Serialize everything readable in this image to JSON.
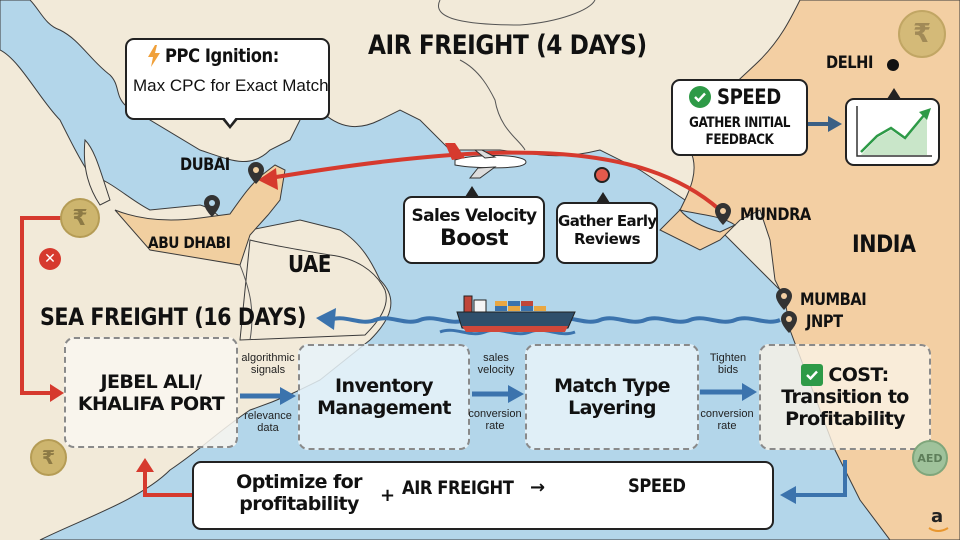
{
  "titles": {
    "air_freight": "AIR FREIGHT (4 DAYS)",
    "sea_freight": "SEA FREIGHT (16 DAYS)"
  },
  "locations": {
    "dubai": "DUBAI",
    "abu_dhabi": "ABU DHABI",
    "uae": "UAE",
    "delhi": "DELHI",
    "mundra": "MUNDRA",
    "india": "INDIA",
    "mumbai": "MUMBAI",
    "jnpt": "JNPT"
  },
  "callouts": {
    "ppc_title": "PPC Ignition:",
    "ppc_subtitle": "Max CPC for Exact Match",
    "speed_title": "SPEED",
    "speed_line1": "GATHER INITIAL",
    "speed_line2": "FEEDBACK",
    "sales_line1": "Sales Velocity",
    "sales_line2": "Boost",
    "reviews_line1": "Gather Early",
    "reviews_line2": "Reviews"
  },
  "flow": {
    "steps": [
      {
        "line1": "JEBEL ALI/",
        "line2": "KHALIFA PORT"
      },
      {
        "line1": "Inventory",
        "line2": "Management"
      },
      {
        "line1": "Match Type",
        "line2": "Layering"
      },
      {
        "title": "COST:",
        "line1": "Transition to",
        "line2": "Profitability"
      }
    ],
    "connectors": [
      {
        "top_1": "algorithmic",
        "top_2": "signals",
        "bottom_1": "relevance",
        "bottom_2": "data"
      },
      {
        "top_1": "sales",
        "top_2": "velocity",
        "bottom_1": "conversion",
        "bottom_2": "rate"
      },
      {
        "top_1": "Tighten",
        "top_2": "bids",
        "bottom_1": "conversion",
        "bottom_2": "rate"
      }
    ]
  },
  "summary": {
    "line1": "Optimize for",
    "line2": "profitability",
    "plus": "+",
    "air_freight": "AIR FREIGHT",
    "arrow": "→",
    "speed": "SPEED"
  },
  "badges": {
    "currency_symbol": "₹",
    "aed": "AED",
    "amazon": "a"
  },
  "colors": {
    "sea": "#b3d6ea",
    "land": "#f2ead9",
    "uae_land": "#f1cfa0",
    "india_land": "#f3cfa3",
    "air_route": "#d63a2e",
    "sea_route": "#3b73ad",
    "check_green": "#2e9a47"
  }
}
